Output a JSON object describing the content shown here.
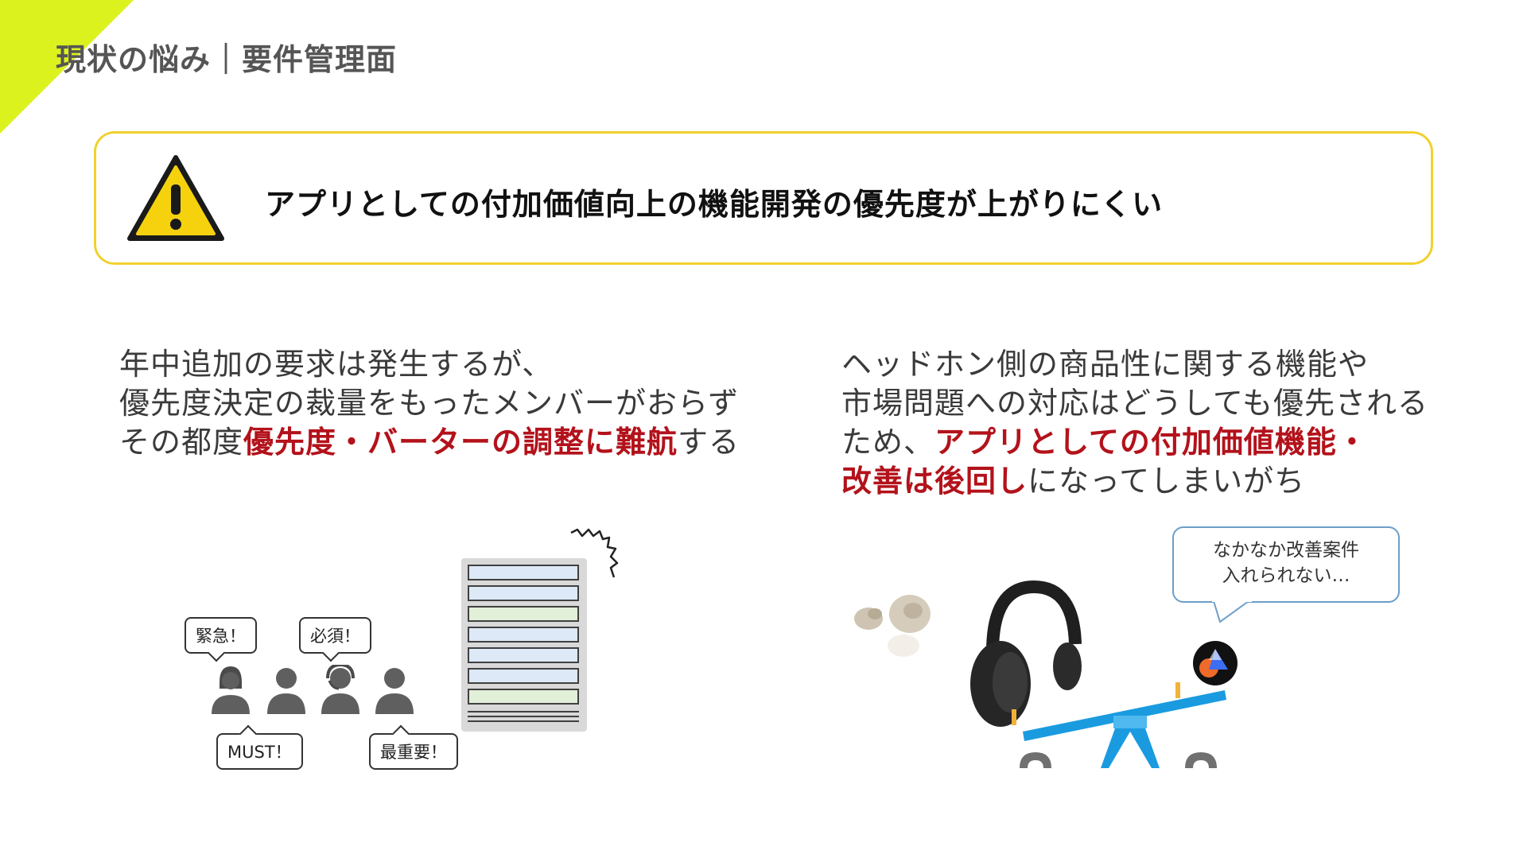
{
  "header": {
    "title": "現状の悩み｜要件管理面"
  },
  "alert": {
    "icon": "warning-icon",
    "text": "アプリとしての付加価値向上の機能開発の優先度が上がりにくい"
  },
  "left_paragraph": {
    "line1": "年中追加の要求は発生するが、",
    "line2": "優先度決定の裁量をもったメンバーがおらず",
    "line3_pre": "その都度",
    "line3_highlight": "優先度・バーターの調整に難航",
    "line3_post": "する"
  },
  "right_paragraph": {
    "line1": "ヘッドホン側の商品性に関する機能や",
    "line2": "市場問題への対応はどうしても優先される",
    "line3_pre": "ため、",
    "line3_highlight": "アプリとしての付加価値機能・",
    "line4_highlight": "改善は後回し",
    "line4_post": "になってしまいがち"
  },
  "left_illustration": {
    "bubbles": {
      "kinkyu": "緊急！",
      "hissu": "必須！",
      "must": "MUST！",
      "saijuyo": "最重要！"
    },
    "icons": [
      "person-icon",
      "backlog-stack-icon",
      "shout-mark-icon"
    ],
    "stack_colors": [
      "#dde9f6",
      "#dde9f6",
      "#e2efd9",
      "#dde9f6",
      "#dde9f6",
      "#dde9f6",
      "#e2efd9"
    ]
  },
  "right_illustration": {
    "speech": {
      "line1": "なかなか改善案件",
      "line2": "入れられない…"
    },
    "icons": [
      "earbuds-icon",
      "headphones-icon",
      "app-logo-icon",
      "seesaw-icon"
    ],
    "seesaw_color": "#1a9be0"
  },
  "colors": {
    "accent": "#dcf21e",
    "alert_border": "#f2d02e",
    "highlight": "#b3121b"
  }
}
